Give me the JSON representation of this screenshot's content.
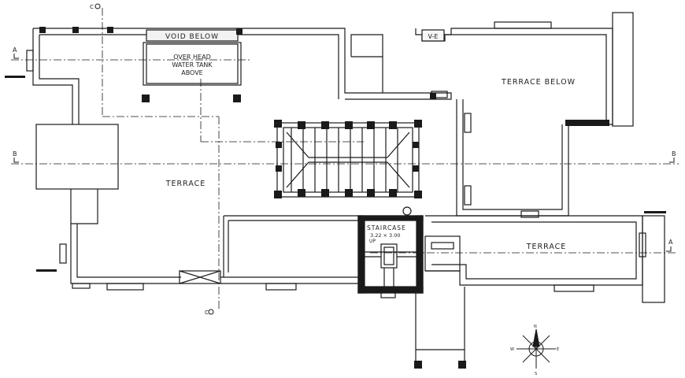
{
  "labels": {
    "void_below": "VOID BELOW",
    "overhead_tank_line1": "OVER HEAD",
    "overhead_tank_line2": "WATER TANK",
    "overhead_tank_line3": "ABOVE",
    "terrace_below": "TERRACE BELOW",
    "terrace_main": "TERRACE",
    "terrace_right": "TERRACE",
    "staircase": "STAIRCASE",
    "staircase_size": "3.22 × 3.00",
    "up_mark": "UP",
    "ve_mark": "V-E",
    "section_b_left": "B",
    "section_b_right": "B",
    "section_a_left": "A",
    "section_a_right": "A",
    "section_c_top": "C",
    "section_c_bottom": "C",
    "north": "N",
    "south": "S",
    "east": "E",
    "west": "W"
  },
  "colors": {
    "line": "#1a1a1a",
    "background": "#ffffff"
  },
  "icons": [
    "compass-icon",
    "rotate-arrow-icon"
  ]
}
